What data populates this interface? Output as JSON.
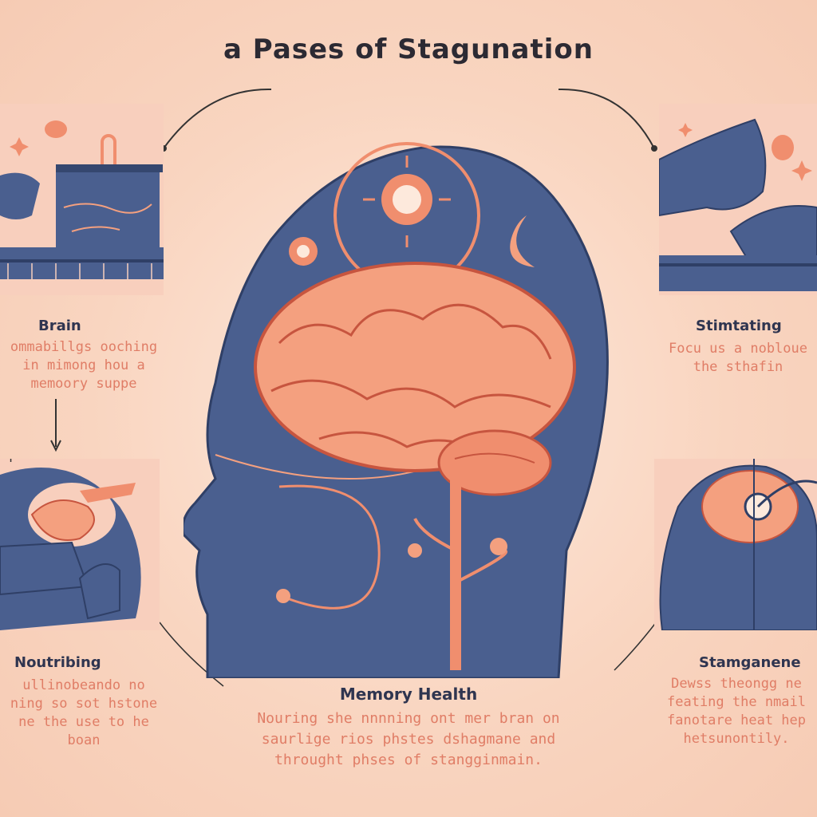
{
  "title": "a Pases of Stagunation",
  "sections": {
    "top_left": {
      "heading": "Brain",
      "text": "ommabillgs ooching\nin mimong hou a\nmemoory suppe"
    },
    "bottom_left": {
      "heading": "Noutribing",
      "text": "ullinobeando no\nning so sot hstone\nne the use to he\nboan"
    },
    "top_right": {
      "heading": "Stimtating",
      "text": "Focu us a nobloue\nthe sthafin"
    },
    "bottom_right": {
      "heading": "Stamganene",
      "text": "Dewss theongg ne\nfeating the nmail\nfanotare heat hep\nhetsunontily."
    },
    "center": {
      "heading": "Memory  Health",
      "text": "Nouring she nnnning ont mer bran on\nsaurlige rios phstes dshagmane and\nthrought phses of stangginmain."
    }
  },
  "colors": {
    "navy": "#4a5f8f",
    "coral": "#f08e6e",
    "peach": "#f9c8ad",
    "brain": "#f4a07f",
    "brain_line": "#c7553f"
  }
}
